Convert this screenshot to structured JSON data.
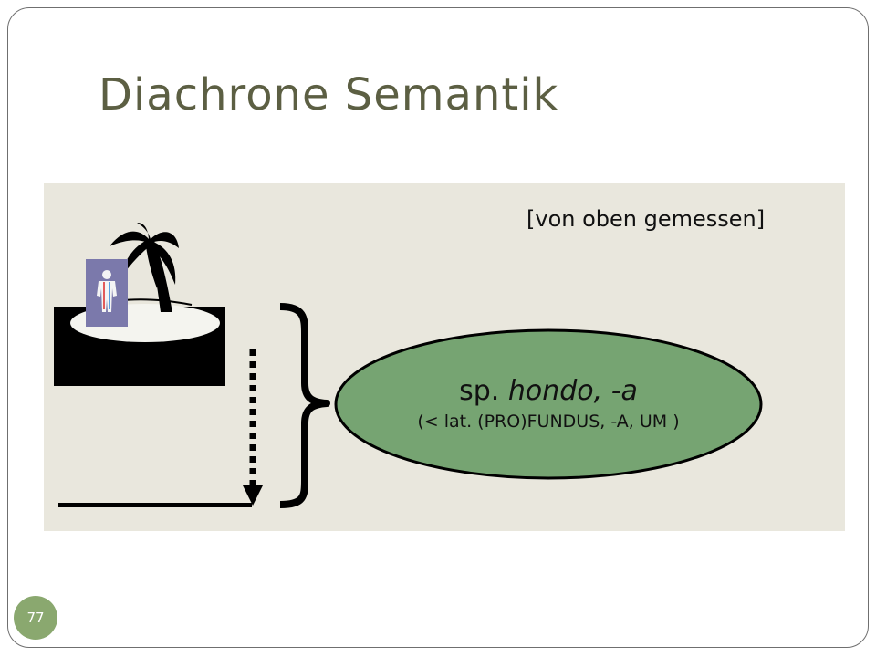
{
  "slide": {
    "title": "Diachrone Semantik",
    "page_number": "77"
  },
  "diagram": {
    "note": "[von oben gemessen]",
    "ellipse": {
      "prefix": "sp. ",
      "lemma": "hondo, -a",
      "etymology": "(< lat. (PRO)FUNDUS, -A, UM )"
    },
    "colors": {
      "panel": "#e9e7dd",
      "ellipse_fill": "#76a472",
      "title": "#5c5f43",
      "person_badge": "#7b79ab",
      "page_badge": "#8aa86f"
    },
    "icons": [
      "palm-tree-icon",
      "person-icon",
      "brace-icon",
      "dotted-arrow-icon"
    ]
  }
}
